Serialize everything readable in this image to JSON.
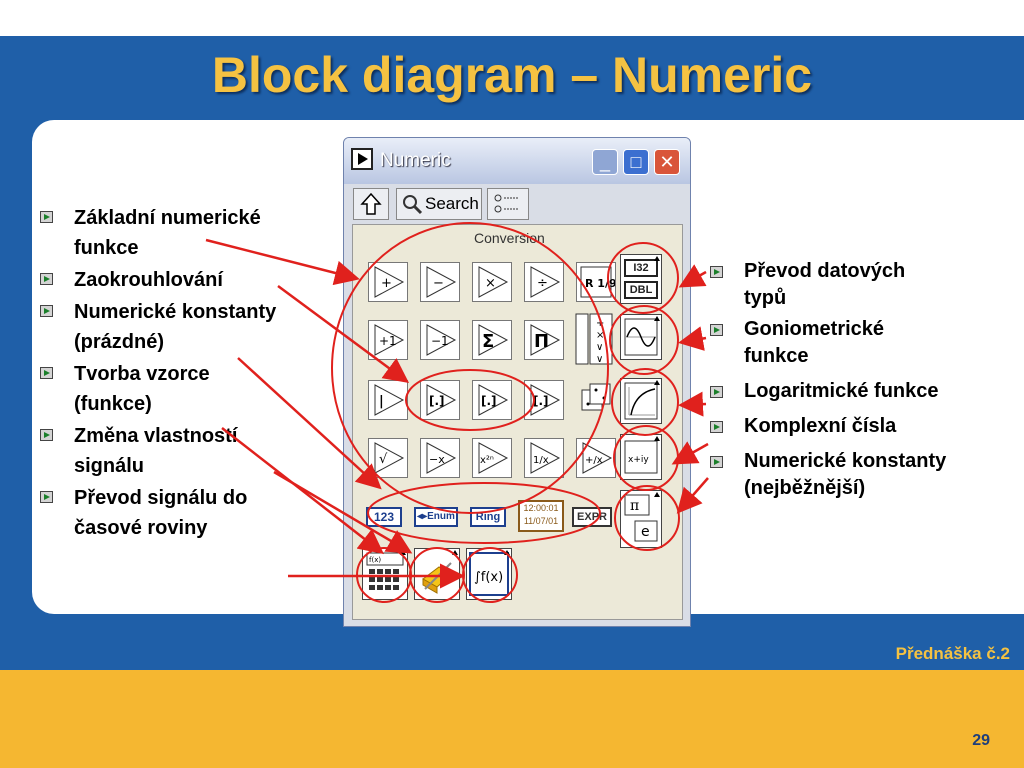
{
  "slide": {
    "title": "Block diagram – Numeric",
    "lecture": "Přednáška č.2",
    "page_number": "29"
  },
  "left_bullets": [
    {
      "line1": "Základní numerické",
      "line2": "funkce"
    },
    {
      "line1": "Zaokrouhlování",
      "line2": ""
    },
    {
      "line1": "Numerické konstanty",
      "line2": "(prázdné)"
    },
    {
      "line1": "Tvorba vzorce",
      "line2": "(funkce)"
    },
    {
      "line1": "Změna vlastností",
      "line2": "signálu"
    },
    {
      "line1": "Převod signálu do",
      "line2": "časové roviny"
    }
  ],
  "right_bullets": [
    {
      "line1": "Převod datových",
      "line2": "typů"
    },
    {
      "line1": "Goniometrické",
      "line2": "funkce"
    },
    {
      "line1": "Logaritmické funkce",
      "line2": ""
    },
    {
      "line1": "Komplexní čísla",
      "line2": ""
    },
    {
      "line1": "Numerické konstanty",
      "line2": "(nejběžnější)"
    }
  ],
  "palette_window": {
    "title": "Numeric",
    "search_label": "Search",
    "group_label": "Conversion",
    "row1": [
      "+",
      "−",
      "×",
      "÷"
    ],
    "row2": [
      "+1",
      "−1",
      "Σ",
      "Π"
    ],
    "row3": [
      "|",
      "[.]",
      "[.]",
      "[.]"
    ],
    "row4": [
      "√",
      "−x",
      "x²ⁿ",
      "1/x"
    ],
    "row4_extra": "+/x",
    "numeric_misc": "R 1/9",
    "controls": [
      "123",
      "◂▸Enum",
      "Ring",
      "12:00:01 11/07/01",
      "EXPR"
    ],
    "conversion_icons": [
      "I32",
      "DBL"
    ],
    "complex_label": "x+iy",
    "constants": [
      "π",
      "e"
    ],
    "express": [
      "f(x)",
      "∫f(x)"
    ]
  },
  "colors": {
    "band_blue": "#1f5fa8",
    "title_gold": "#f5c242",
    "orange_band": "#f5b731",
    "annotation_red": "#e0211d"
  }
}
